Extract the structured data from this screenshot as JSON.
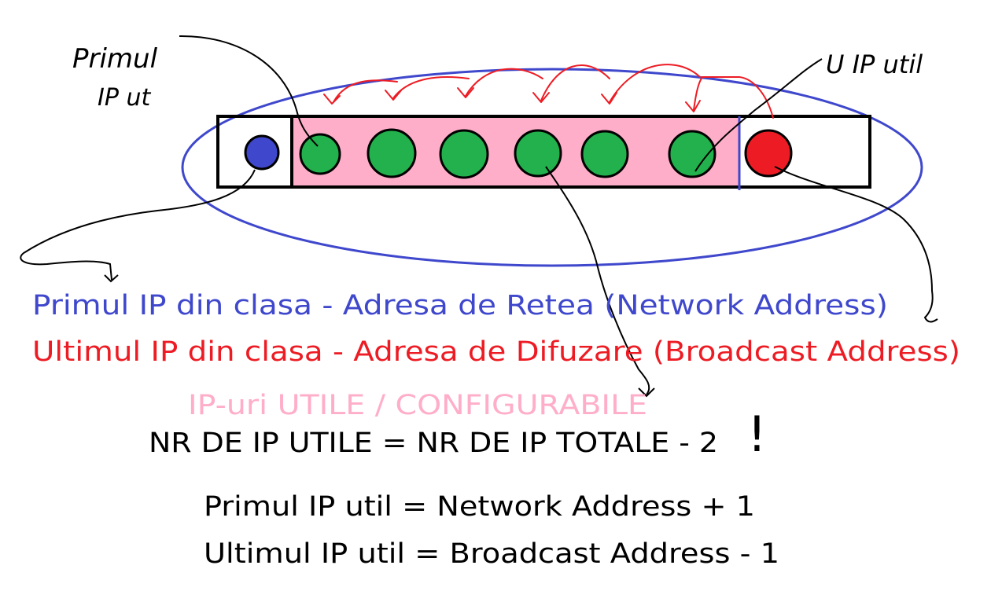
{
  "handwritten": {
    "first_usable_label": [
      "Primul",
      "IP ut"
    ],
    "last_usable_label": "U IP util",
    "exclamation": "!"
  },
  "lines": {
    "network": "Primul IP din clasa - Adresa de Retea (Network Address)",
    "broadcast": "Ultimul IP din clasa - Adresa de Difuzare (Broadcast Address)",
    "usable": "IP-uri UTILE / CONFIGURABILE",
    "formula_count": "NR DE IP UTILE = NR DE IP TOTALE - 2",
    "formula_first": "Primul IP util = Network Address + 1",
    "formula_last": "Ultimul IP util = Broadcast Address - 1"
  },
  "colors": {
    "network": "#3f48cc",
    "broadcast": "#ed1c24",
    "usable": "#ffaec9",
    "usable_host": "#22b14c",
    "outline": "#000000",
    "ellipse": "#3f48cc",
    "arrows": "#ed1c24"
  },
  "hosts": {
    "network_count": 1,
    "usable_count": 6,
    "broadcast_count": 1
  }
}
